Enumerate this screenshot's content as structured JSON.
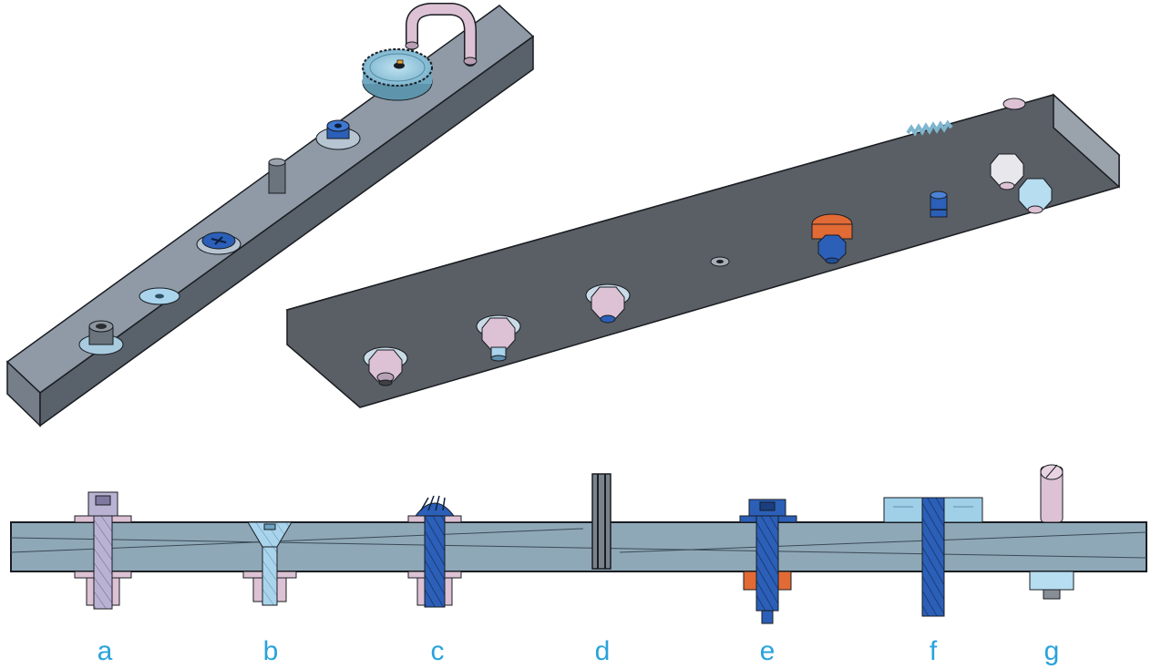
{
  "figure": {
    "labels": [
      "a",
      "b",
      "c",
      "d",
      "e",
      "f",
      "g"
    ]
  },
  "colors": {
    "plate_top": "#8f9aa6",
    "plate_side": "#59616a",
    "plate_underside": "#5a5f65",
    "section_bar": "#8fa8b8",
    "outline": "#1a1d22",
    "label": "#29a3dc",
    "lavender": "#c7b8d8",
    "pink": "#dcc2d4",
    "light_blue": "#9fd0e8",
    "blue": "#2b5fb8",
    "dark_blue": "#1f4f9a",
    "orange": "#e26a35",
    "teal": "#88c8d8",
    "grey": "#7f8890"
  }
}
